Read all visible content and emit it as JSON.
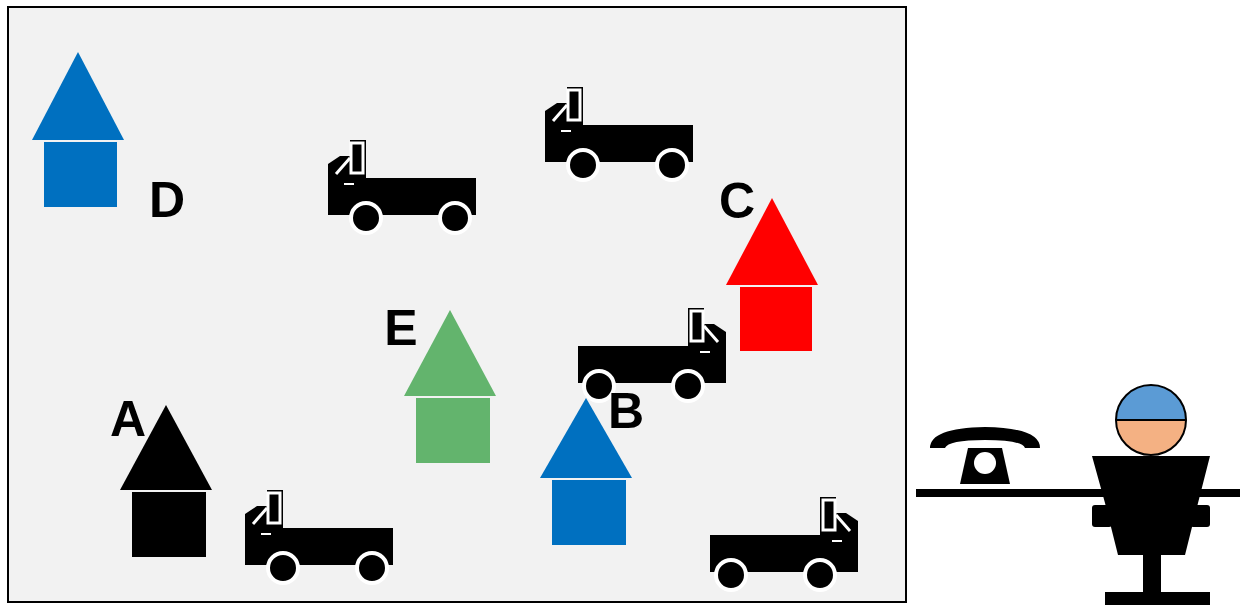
{
  "diagram": {
    "labels": [
      "D",
      "C",
      "E",
      "A",
      "B"
    ]
  }
}
